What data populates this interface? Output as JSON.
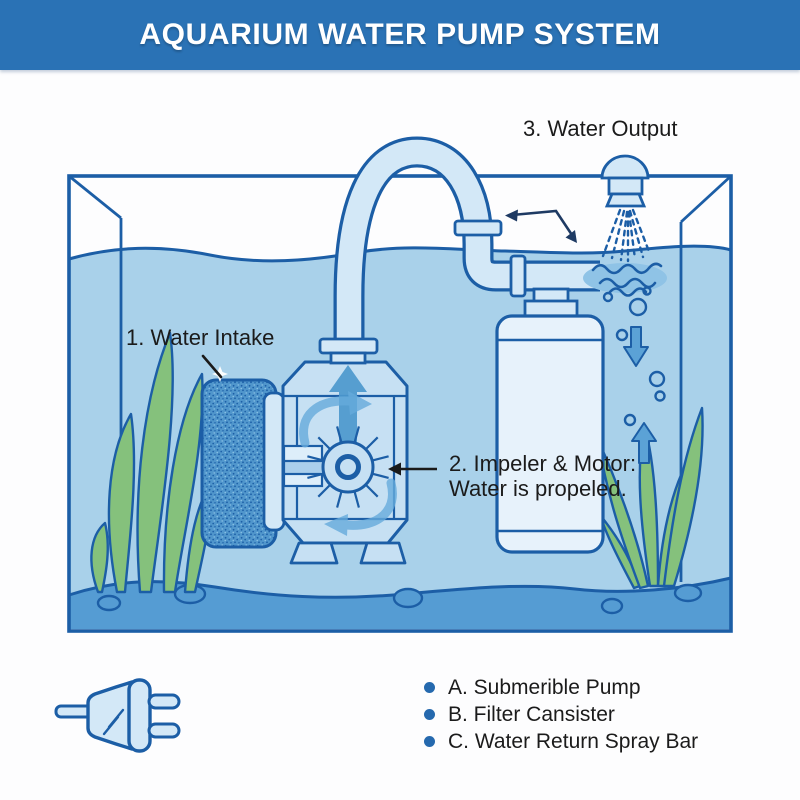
{
  "title": "AQUARIUM WATER PUMP SYSTEM",
  "annotations": {
    "water_intake": "1. Water Intake",
    "impeller_motor_line1": "2. Impeler & Motor:",
    "impeller_motor_line2": "Water is propeled.",
    "water_output": "3. Water Output"
  },
  "legend": {
    "items": [
      {
        "key": "A",
        "text": "A. Submerible Pump"
      },
      {
        "key": "B",
        "text": "B. Filter Cansister"
      },
      {
        "key": "C",
        "text": "C. Water Return Spray Bar"
      }
    ]
  },
  "icons": {
    "power_plug": "power-plug-icon",
    "spray_head": "spray-head-icon",
    "impeller": "impeller-icon",
    "flow_down_arrow": "flow-down-arrow-icon",
    "flow_up_arrow": "flow-up-arrow-icon"
  },
  "colors": {
    "banner": "#2a72b5",
    "outline": "#1c5ea6",
    "water": "#a9d1ea",
    "gravel": "#559cd3",
    "plant": "#85c17c",
    "tube": "#d3e8f7",
    "canister": "#e7f2fb",
    "flow_arrow": "#5ba2d6",
    "bullet": "#2569ae",
    "text": "#1b1b1b",
    "title_text": "#ffffff"
  }
}
